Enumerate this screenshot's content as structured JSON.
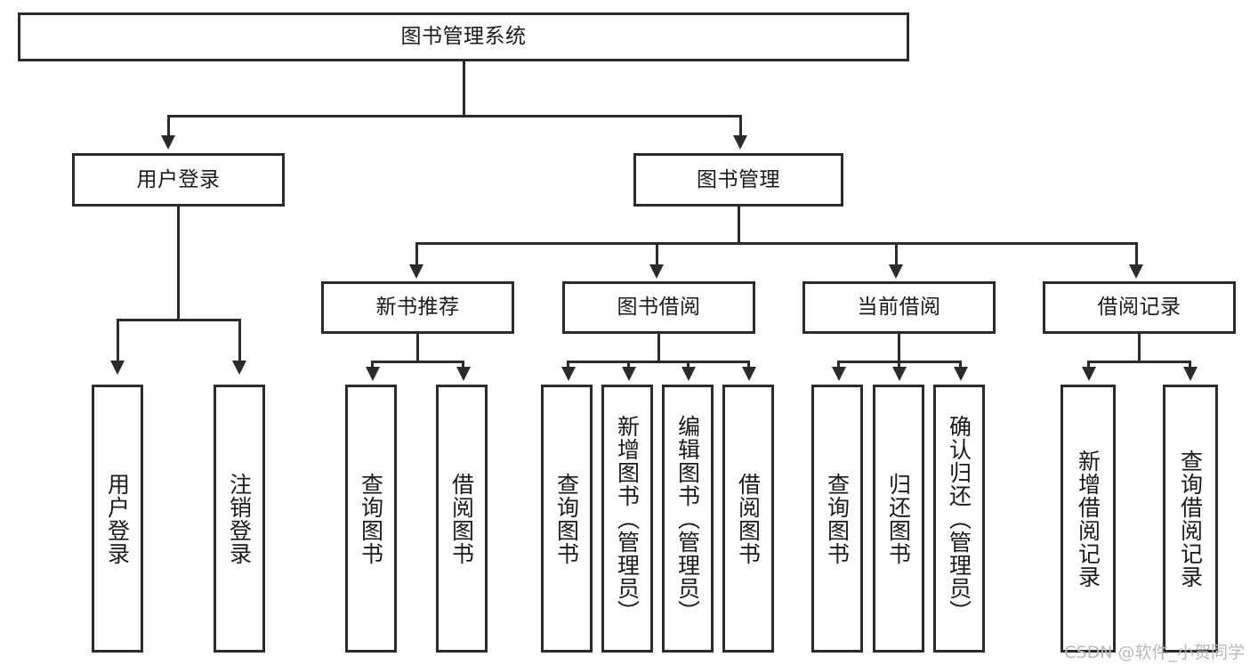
{
  "diagram": {
    "title": "图书管理系统",
    "watermark": "CSDN @软件_小贺同学",
    "colors": {
      "stroke": "#2b2b2b",
      "fill": "#ffffff",
      "text": "#1a1a1a",
      "watermark": "#b9b9b9"
    },
    "levels": {
      "root": {
        "label": "图书管理系统"
      },
      "level2": [
        {
          "label": "用户登录"
        },
        {
          "label": "图书管理"
        }
      ],
      "level3": [
        {
          "label": "新书推荐"
        },
        {
          "label": "图书借阅"
        },
        {
          "label": "当前借阅"
        },
        {
          "label": "借阅记录"
        }
      ],
      "leaves_user_login": [
        {
          "label": "用户登录"
        },
        {
          "label": "注销登录"
        }
      ],
      "leaves_new_book": [
        {
          "label": "查询图书"
        },
        {
          "label": "借阅图书"
        }
      ],
      "leaves_borrow": [
        {
          "label": "查询图书"
        },
        {
          "label": "新增图书（管理员）"
        },
        {
          "label": "编辑图书（管理员）"
        },
        {
          "label": "借阅图书"
        }
      ],
      "leaves_current": [
        {
          "label": "查询图书"
        },
        {
          "label": "归还图书"
        },
        {
          "label": "确认归还（管理员）"
        }
      ],
      "leaves_records": [
        {
          "label": "新增借阅记录"
        },
        {
          "label": "查询借阅记录"
        }
      ]
    }
  }
}
